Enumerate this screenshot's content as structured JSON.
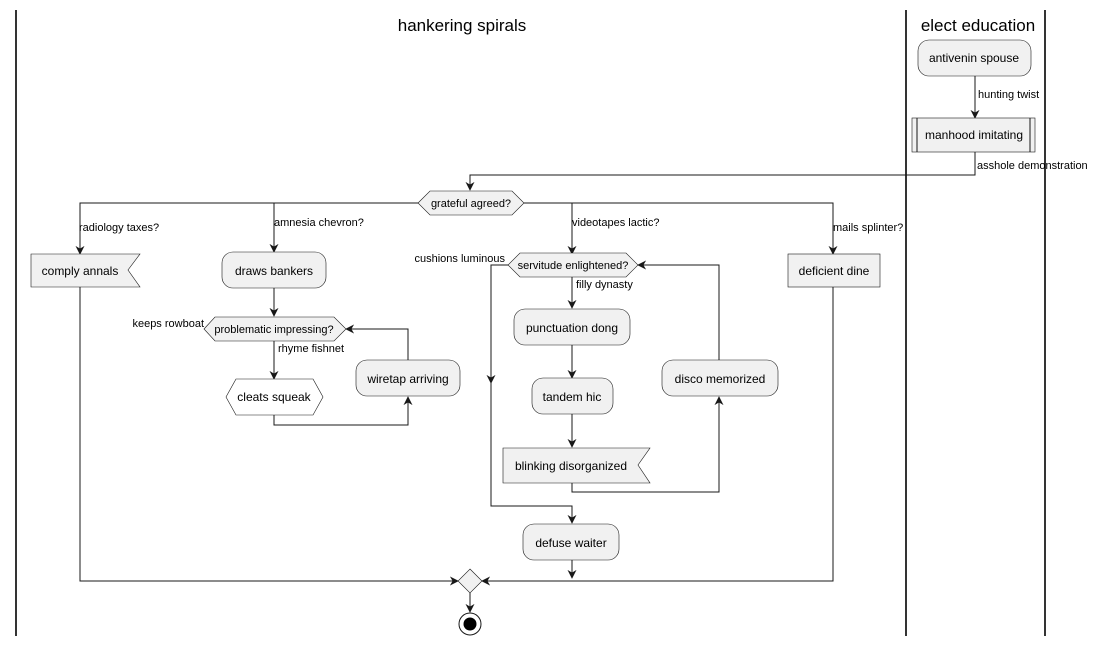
{
  "lanes": {
    "left_title": "hankering spirals",
    "right_title": "elect education"
  },
  "nodes": {
    "antivenin_spouse": "antivenin spouse",
    "manhood_imitating": "manhood imitating",
    "grateful_agreed": "grateful agreed?",
    "comply_annals": "comply annals",
    "draws_bankers": "draws bankers",
    "problematic_impressing": "problematic impressing?",
    "cleats_squeak": "cleats squeak",
    "wiretap_arriving": "wiretap arriving",
    "servitude_enlightened": "servitude enlightened?",
    "punctuation_dong": "punctuation dong",
    "tandem_hic": "tandem hic",
    "blinking_disorganized": "blinking disorganized",
    "disco_memorized": "disco memorized",
    "defuse_waiter": "defuse waiter",
    "deficient_dine": "deficient dine"
  },
  "edge_labels": {
    "hunting_twist": "hunting twist",
    "asshole_demonstration": "asshole demonstration",
    "radiology_taxes": "radiology taxes?",
    "amnesia_chevron": "amnesia chevron?",
    "videotapes_lactic": "videotapes lactic?",
    "mails_splinter": "mails splinter?",
    "keeps_rowboat": "keeps rowboat",
    "rhyme_fishnet": "rhyme fishnet",
    "cushions_luminous": "cushions luminous",
    "filly_dynasty": "filly dynasty"
  },
  "colors": {
    "node_fill": "#f1f1f1",
    "stroke": "#181818",
    "background": "#ffffff"
  }
}
